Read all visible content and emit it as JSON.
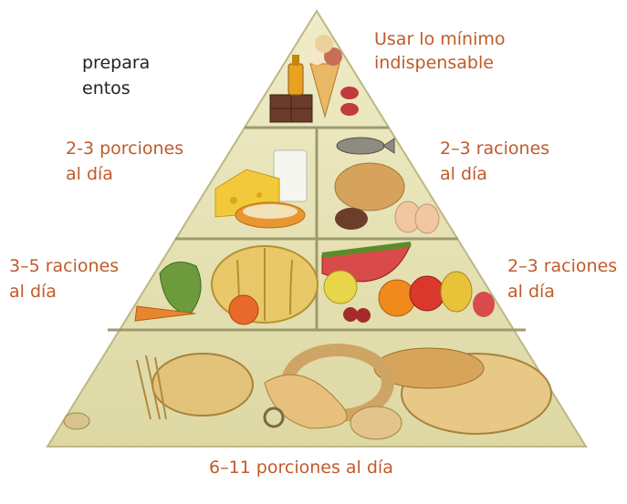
{
  "clipped_text": [
    "prepara",
    "entos"
  ],
  "labels": {
    "top": {
      "line1": "Usar lo mínimo",
      "line2": "indispensable"
    },
    "level2_left": {
      "line1": "2-3 porciones",
      "line2": "al día"
    },
    "level2_right": {
      "line1": "2–3 raciones",
      "line2": "al día"
    },
    "level3_left": {
      "line1": "3–5 raciones",
      "line2": "al día"
    },
    "level3_right": {
      "line1": "2–3 raciones",
      "line2": "al día"
    },
    "bottom": "6–11 porciones al día"
  },
  "colors": {
    "label": "#c15a2a",
    "pyramid_fill": "#e7e3b4",
    "pyramid_edge": "#bdb783",
    "divider": "#9e9a6e"
  },
  "icons": [
    "sweets-icon",
    "dairy-icon",
    "protein-icon",
    "vegetables-icon",
    "fruits-icon",
    "grains-icon"
  ]
}
